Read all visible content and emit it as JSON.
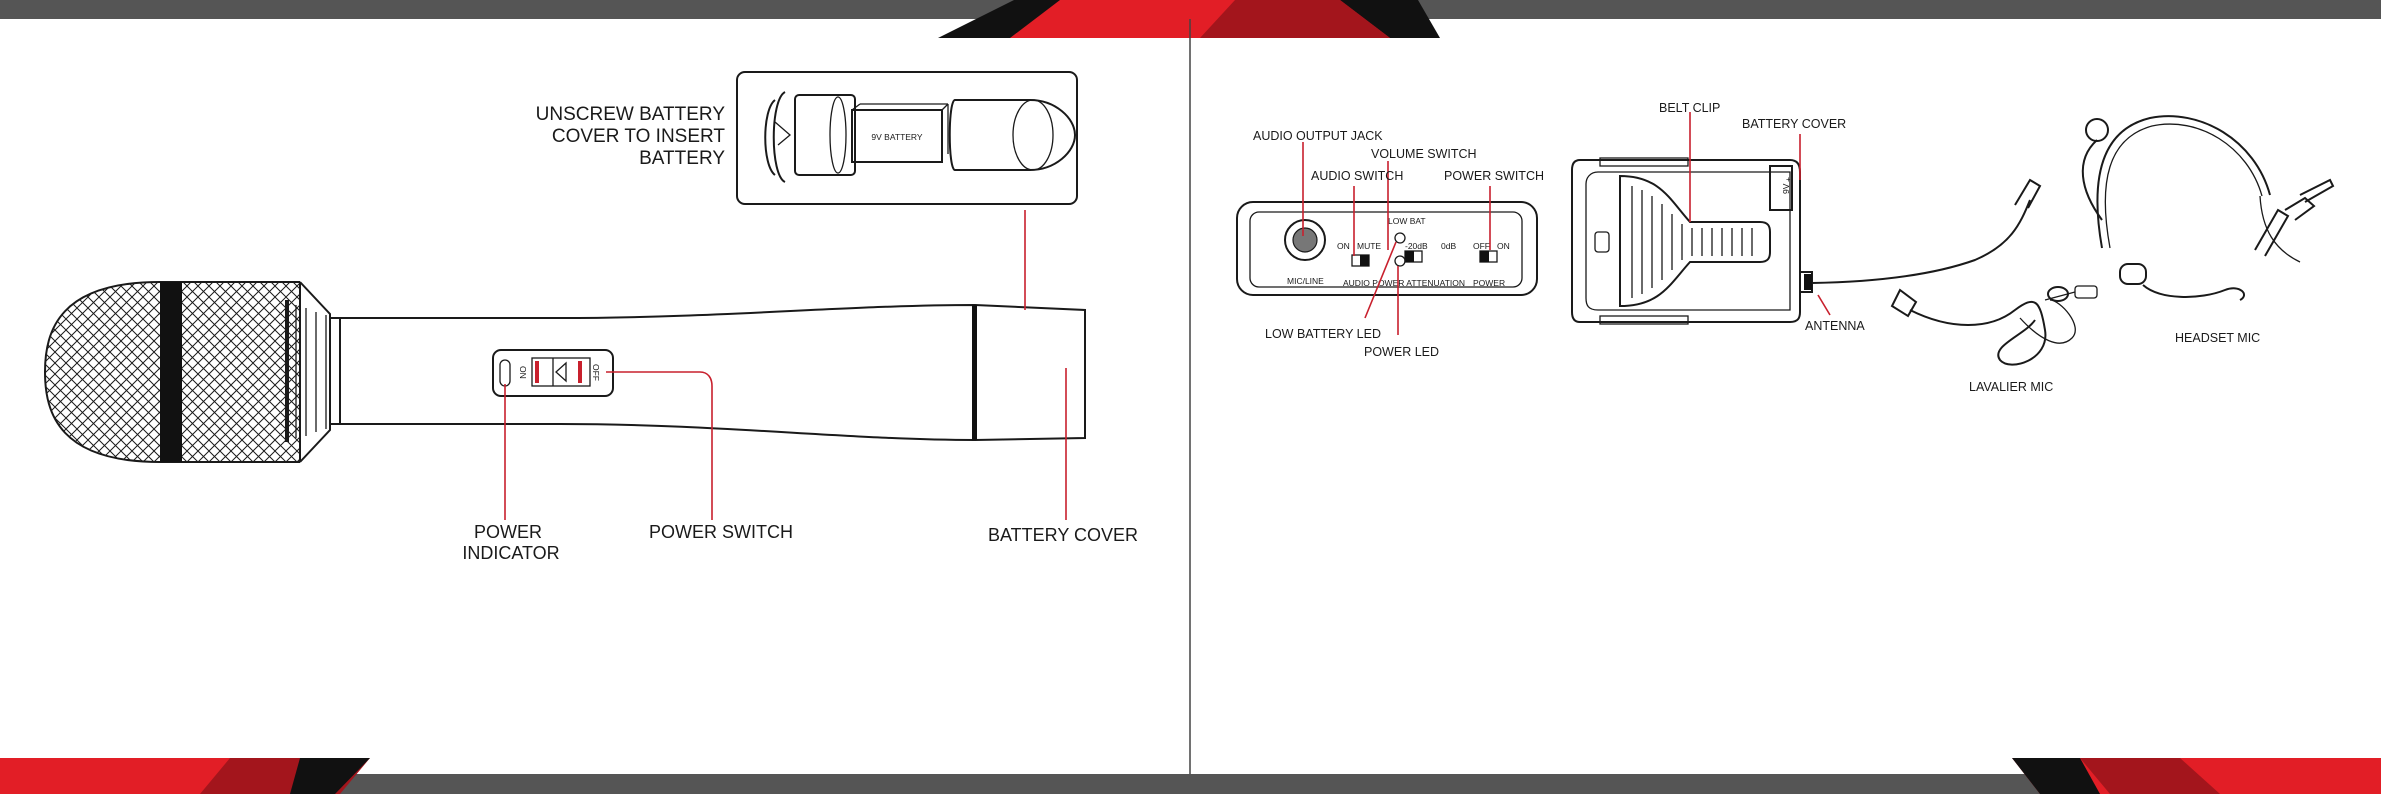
{
  "left_page": {
    "battery_callout": [
      "UNSCREW BATTERY",
      "COVER TO INSERT",
      "BATTERY"
    ],
    "battery_label": "9V BATTERY",
    "switch_on": "ON",
    "switch_off": "OFF",
    "power_indicator": [
      "POWER",
      "INDICATOR"
    ],
    "power_switch": "POWER SWITCH",
    "battery_cover": "BATTERY COVER"
  },
  "right_page": {
    "receiver": {
      "audio_output_jack": "AUDIO OUTPUT JACK",
      "audio_switch": "AUDIO SWITCH",
      "volume_switch": "VOLUME SWITCH",
      "power_switch": "POWER SWITCH",
      "low_bat": "LOW BAT",
      "on": "ON",
      "mute": "MUTE",
      "minus20db": "-20dB",
      "zerodb": "0dB",
      "off": "OFF",
      "on2": "ON",
      "mic_line": "MIC/LINE",
      "audio_power_attenuation": "AUDIO POWER ATTENUATION",
      "power": "POWER",
      "low_battery_led": "LOW BATTERY LED",
      "power_led": "POWER LED"
    },
    "bodypack": {
      "belt_clip": "BELT CLIP",
      "battery_cover": "BATTERY COVER",
      "nine_v": "9V",
      "plus": "+",
      "antenna": "ANTENNA"
    },
    "lavalier_mic": "LAVALIER MIC",
    "headset_mic": "HEADSET MIC"
  },
  "colors": {
    "accent_red": "#e21e26",
    "dark_red": "#a3151c",
    "band_gray": "#555555",
    "black": "#111111"
  }
}
